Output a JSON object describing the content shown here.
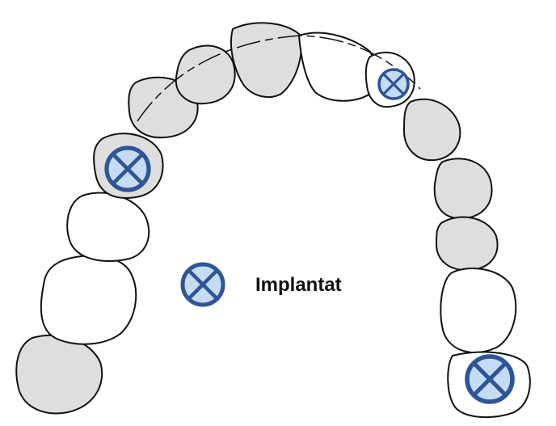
{
  "legend": {
    "label": "Implantat",
    "icon": "implant-marker-icon"
  },
  "colors": {
    "outline": "#111111",
    "tooth_shaded": "#dedede",
    "tooth_plain": "#ffffff",
    "marker_fill": "#c5dcf2",
    "marker_stroke": "#2f5597"
  },
  "teeth": [
    {
      "name": "tooth-left-molar-2",
      "shaded": true,
      "implant": false
    },
    {
      "name": "tooth-left-molar-1",
      "shaded": false,
      "implant": false
    },
    {
      "name": "tooth-left-premolar-2",
      "shaded": false,
      "implant": false
    },
    {
      "name": "tooth-left-premolar-1",
      "shaded": true,
      "implant": true
    },
    {
      "name": "tooth-left-canine",
      "shaded": true,
      "implant": false
    },
    {
      "name": "tooth-left-lateral-incisor",
      "shaded": true,
      "implant": false
    },
    {
      "name": "tooth-left-central-incisor",
      "shaded": true,
      "implant": false
    },
    {
      "name": "tooth-right-central-incisor",
      "shaded": false,
      "implant": false
    },
    {
      "name": "tooth-right-lateral-incisor",
      "shaded": false,
      "implant": true
    },
    {
      "name": "tooth-right-canine",
      "shaded": true,
      "implant": false
    },
    {
      "name": "tooth-right-premolar-1",
      "shaded": true,
      "implant": false
    },
    {
      "name": "tooth-right-premolar-2",
      "shaded": true,
      "implant": false
    },
    {
      "name": "tooth-right-molar-1",
      "shaded": false,
      "implant": false
    },
    {
      "name": "tooth-right-molar-2",
      "shaded": false,
      "implant": true
    }
  ]
}
